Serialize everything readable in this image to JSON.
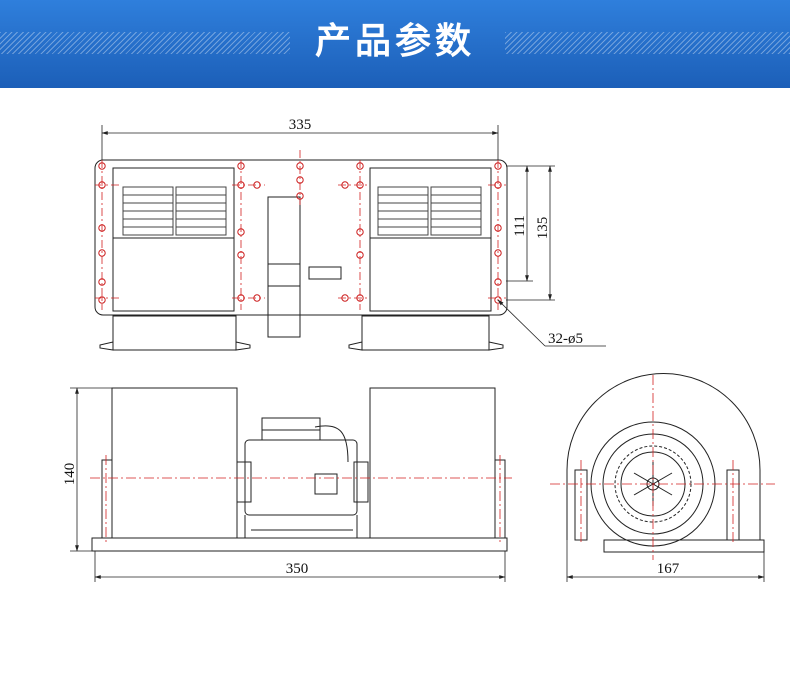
{
  "header": {
    "title": "产品参数"
  },
  "dimensions": {
    "top_width": "335",
    "right_height_inner": "111",
    "right_height_outer": "135",
    "holes": "32-ø5",
    "front_height": "140",
    "front_width": "350",
    "side_width": "167"
  },
  "colors": {
    "banner": "#2a72d4",
    "centerline": "#d32020",
    "line": "#222222"
  }
}
